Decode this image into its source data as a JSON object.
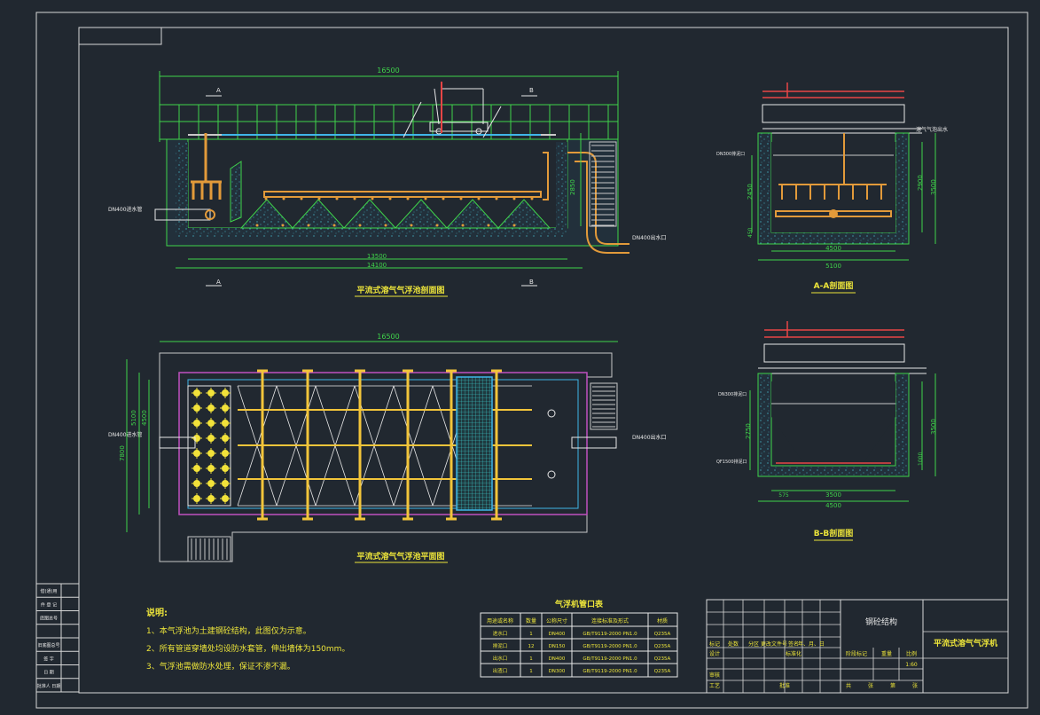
{
  "views": {
    "elevation_title": "平流式溶气气浮池剖面图",
    "aa_title": "A-A剖面图",
    "plan_title": "平流式溶气气浮池平面图",
    "bb_title": "B-B剖面图"
  },
  "dims": {
    "elev_top": "16500",
    "elev_b1": "13500",
    "elev_b2": "14100",
    "elev_h": "2850",
    "plan_top": "16500",
    "plan_w1": "5100",
    "plan_w2": "4500",
    "plan_w3": "7800",
    "aa_w1": "4500",
    "aa_w2": "5100",
    "aa_h1": "2450",
    "aa_h2": "2900",
    "aa_h3": "3500",
    "aa_h4": "450",
    "bb_w1": "3500",
    "bb_w2": "4500",
    "bb_w3": "575",
    "bb_h1": "2750",
    "bb_h2": "3500",
    "bb_h3": "1000"
  },
  "labels": {
    "section_a": "A",
    "section_b": "B",
    "inlet_elev": "DN400进水管",
    "outlet_elev": "DN400出水口",
    "inlet_plan": "DN400进水管",
    "outlet_plan": "DN400出水口",
    "aa_left": "DN300排泥口",
    "aa_right": "溶气气泡出水",
    "bb_left1": "DN300排泥口",
    "bb_left2": "QF1500排泥口"
  },
  "notes": {
    "title": "说明:",
    "items": [
      "1、本气浮池为土建钢砼结构，此图仅为示意。",
      "2、所有管道穿墙处均设防水套管，伸出墙体为150mm。",
      "3、气浮池需做防水处理，保证不渗不漏。"
    ]
  },
  "table": {
    "title": "气浮机管口表",
    "headers": [
      "用途或名称",
      "数量",
      "公称尺寸",
      "连接标准及形式",
      "材质"
    ],
    "rows": [
      [
        "进水口",
        "1",
        "DN400",
        "GB/T9119-2000 PN1.0",
        "Q235A"
      ],
      [
        "排泥口",
        "12",
        "DN150",
        "GB/T9119-2000 PN1.0",
        "Q235A"
      ],
      [
        "出水口",
        "1",
        "DN400",
        "GB/T9119-2000 PN1.0",
        "Q235A"
      ],
      [
        "出渣口",
        "1",
        "DN300",
        "GB/T9119-2000 PN1.0",
        "Q235A"
      ]
    ]
  },
  "left_strip": [
    "借(通)用",
    "件 登 记",
    "底图总号",
    "",
    "旧底图总号",
    "签 字",
    "日 期",
    "批准人 日期"
  ],
  "titleblock": {
    "material": "钢砼结构",
    "name": "平流式溶气气浮机",
    "row1": [
      "标记",
      "处数",
      "分区",
      "更改文件号",
      "签名",
      "年、月、日"
    ],
    "row2a": [
      "设计",
      "",
      "标准化"
    ],
    "row2b": [
      "阶段标记",
      "重量",
      "比例"
    ],
    "scale": "1:60",
    "row3": [
      "审核"
    ],
    "row4": [
      "工艺",
      "",
      "批准"
    ],
    "sheet": [
      "共",
      "张",
      "第",
      "张"
    ]
  }
}
